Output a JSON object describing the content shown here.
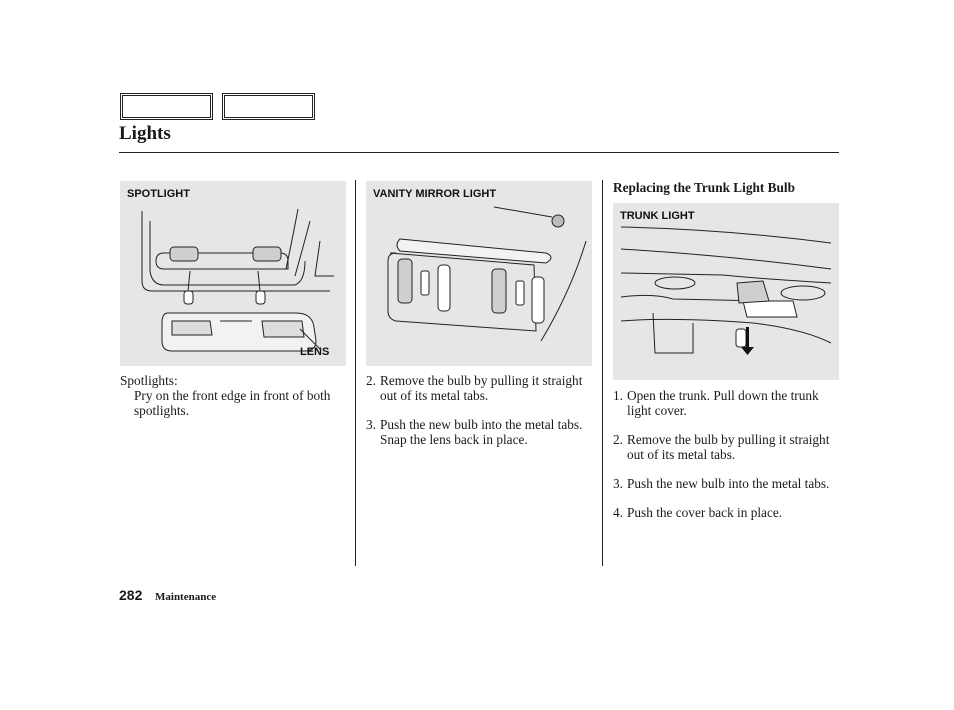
{
  "header": {
    "nav_tabs": [
      "",
      ""
    ],
    "title": "Lights"
  },
  "figures": {
    "spotlight": {
      "label": "SPOTLIGHT",
      "callout": "LENS"
    },
    "vanity": {
      "label": "VANITY MIRROR LIGHT"
    },
    "trunk": {
      "label": "TRUNK LIGHT"
    }
  },
  "column1": {
    "intro": "Spotlights:",
    "text": "Pry on the front edge in front of both spotlights."
  },
  "column2": {
    "steps": [
      {
        "num": "2.",
        "text": "Remove the bulb by pulling it straight out of its metal tabs."
      },
      {
        "num": "3.",
        "text": "Push the new bulb into the metal tabs. Snap the lens back in place."
      }
    ]
  },
  "column3": {
    "heading": "Replacing the Trunk Light Bulb",
    "steps": [
      {
        "num": "1.",
        "text": "Open the trunk. Pull down the trunk light cover."
      },
      {
        "num": "2.",
        "text": "Remove the bulb by pulling it straight out of its metal tabs."
      },
      {
        "num": "3.",
        "text": "Push the new bulb into the metal tabs."
      },
      {
        "num": "4.",
        "text": "Push the cover back in place."
      }
    ]
  },
  "footer": {
    "page_number": "282",
    "section": "Maintenance"
  },
  "colors": {
    "figure_bg": "#e6e6e6",
    "ink": "#1a1a1a"
  }
}
